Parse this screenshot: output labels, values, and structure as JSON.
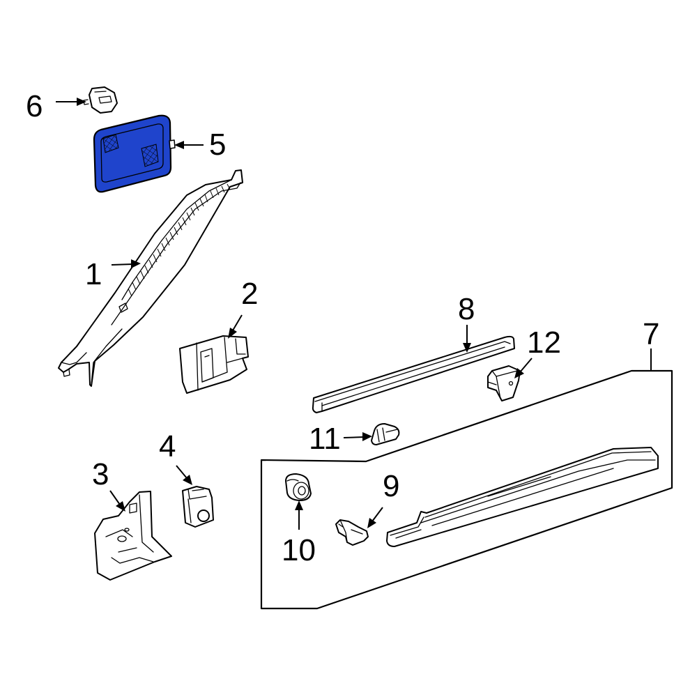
{
  "colors": {
    "background": "#ffffff",
    "line": "#000000",
    "highlight": "#1f44cc"
  },
  "highlighted_part": "5",
  "callouts": {
    "c1": "1",
    "c2": "2",
    "c3": "3",
    "c4": "4",
    "c5": "5",
    "c6": "6",
    "c7": "7",
    "c8": "8",
    "c9": "9",
    "c10": "10",
    "c11": "11",
    "c12": "12"
  }
}
